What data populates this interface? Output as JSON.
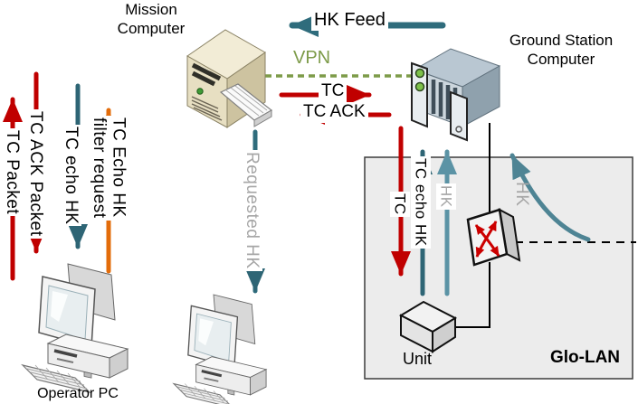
{
  "nodes": {
    "mission_computer_label": "Mission\nComputer",
    "ground_station_label": "Ground Station\nComputer",
    "operator_pc_label": "Operator PC",
    "unit_label": "Unit",
    "lan_label": "Glo-LAN"
  },
  "flows": {
    "hk_feed": "HK Feed",
    "vpn": "VPN",
    "tc": "TC",
    "tc_ack": "TC ACK",
    "tc_packet": "TC Packet",
    "tc_ack_packet": "TC ACK Packet",
    "tc_echo_hk": "TC echo HK",
    "tc_echo_hk_filter_request": "TC Echo HK\nfilter request",
    "requested_hk": "Requested HK",
    "lan_tc": "TC",
    "lan_tc_echo_hk": "TC echo HK",
    "lan_hk": "HK",
    "lan_hk_other": "HK"
  },
  "colors": {
    "tc_red": "#c00000",
    "hk_teal": "#2f6c7c",
    "hk_teal_light": "#5b93a5",
    "hk_curve": "#4e8494",
    "hk_gray": "#a6a6a6",
    "vpn_green": "#7d9b49",
    "request_orange": "#e36c0a",
    "lan_fill": "#ececec"
  }
}
